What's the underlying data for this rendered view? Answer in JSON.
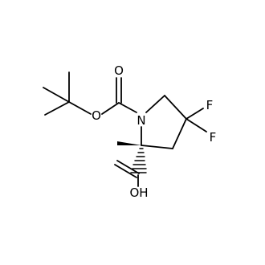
{
  "molecule": {
    "atoms": {
      "carbonyl_oxygen_boc": "O",
      "ester_oxygen": "O",
      "ring_nitrogen": "N",
      "fluorine_1": "F",
      "fluorine_2": "F",
      "hydroxyl": "OH"
    },
    "colors": {
      "bond": "#000000",
      "background": "#ffffff"
    }
  }
}
